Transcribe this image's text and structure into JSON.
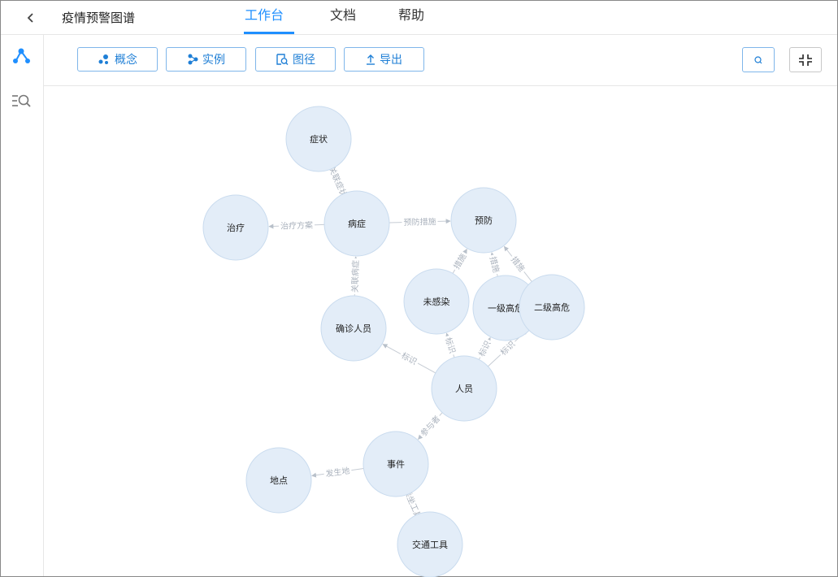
{
  "header": {
    "back_icon": "chevron-left-icon",
    "app_title": "疫情预警图谱",
    "tabs": [
      {
        "label": "工作台",
        "active": true
      },
      {
        "label": "文档",
        "active": false
      },
      {
        "label": "帮助",
        "active": false
      }
    ]
  },
  "sidebar": {
    "items": [
      {
        "icon": "graph-network-icon",
        "active": true
      },
      {
        "icon": "list-search-icon",
        "active": false
      }
    ]
  },
  "toolbar": {
    "buttons": [
      {
        "label": "概念",
        "icon": "concept-icon"
      },
      {
        "label": "实例",
        "icon": "instance-icon"
      },
      {
        "label": "图径",
        "icon": "graph-path-icon"
      },
      {
        "label": "导出",
        "icon": "upload-icon"
      }
    ],
    "search_icon": "search-icon",
    "collapse_icon": "collapse-icon"
  },
  "colors": {
    "accent": "#1f8fff",
    "node_fill": "#e3edf8",
    "node_stroke": "#c9dbee",
    "edge": "#c6ccd4",
    "edge_label": "#aab2bd"
  },
  "graph": {
    "nodes": [
      {
        "id": "symptom",
        "label": "症状"
      },
      {
        "id": "treat",
        "label": "治疗"
      },
      {
        "id": "disease",
        "label": "病症"
      },
      {
        "id": "prevent",
        "label": "预防"
      },
      {
        "id": "uninfected",
        "label": "未感染"
      },
      {
        "id": "level1",
        "label": "一级高危"
      },
      {
        "id": "level2",
        "label": "二级高危"
      },
      {
        "id": "confirmed",
        "label": "确诊人员"
      },
      {
        "id": "person",
        "label": "人员"
      },
      {
        "id": "event",
        "label": "事件"
      },
      {
        "id": "place",
        "label": "地点"
      },
      {
        "id": "transport",
        "label": "交通工具"
      }
    ],
    "edges": [
      {
        "from": "disease",
        "to": "symptom",
        "label": "关联症状"
      },
      {
        "from": "disease",
        "to": "treat",
        "label": "治疗方案"
      },
      {
        "from": "disease",
        "to": "prevent",
        "label": "预防措施"
      },
      {
        "from": "uninfected",
        "to": "prevent",
        "label": "措施"
      },
      {
        "from": "level1",
        "to": "prevent",
        "label": "措施"
      },
      {
        "from": "level2",
        "to": "prevent",
        "label": "措施"
      },
      {
        "from": "confirmed",
        "to": "disease",
        "label": "关联病症"
      },
      {
        "from": "person",
        "to": "confirmed",
        "label": "标识"
      },
      {
        "from": "person",
        "to": "uninfected",
        "label": "标识"
      },
      {
        "from": "person",
        "to": "level1",
        "label": "标识"
      },
      {
        "from": "person",
        "to": "level2",
        "label": "标识"
      },
      {
        "from": "person",
        "to": "event",
        "label": "参与者"
      },
      {
        "from": "event",
        "to": "place",
        "label": "发生地"
      },
      {
        "from": "event",
        "to": "transport",
        "label": "乘坐工具"
      }
    ]
  }
}
